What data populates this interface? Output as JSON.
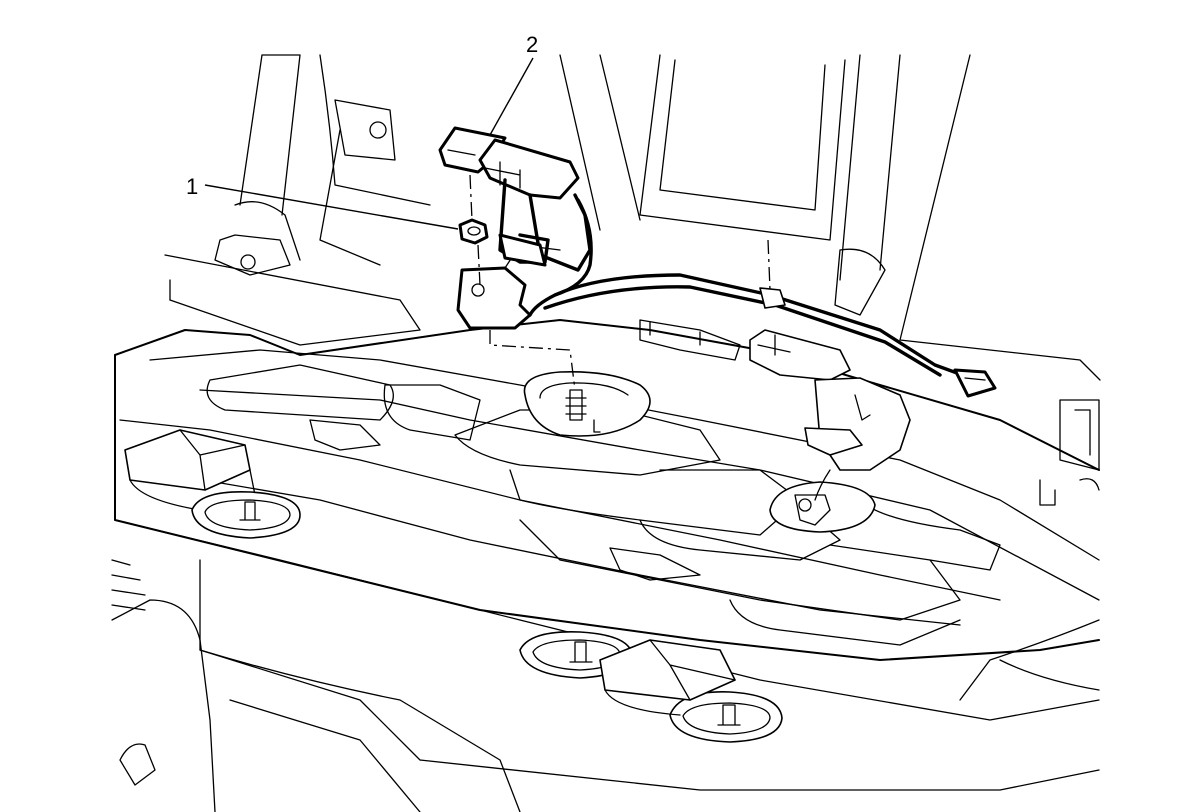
{
  "callouts": [
    {
      "number": "1",
      "part": "nut"
    },
    {
      "number": "2",
      "part": "seat-belt-buckle"
    }
  ],
  "colors": {
    "line": "#000000",
    "background": "#ffffff"
  }
}
